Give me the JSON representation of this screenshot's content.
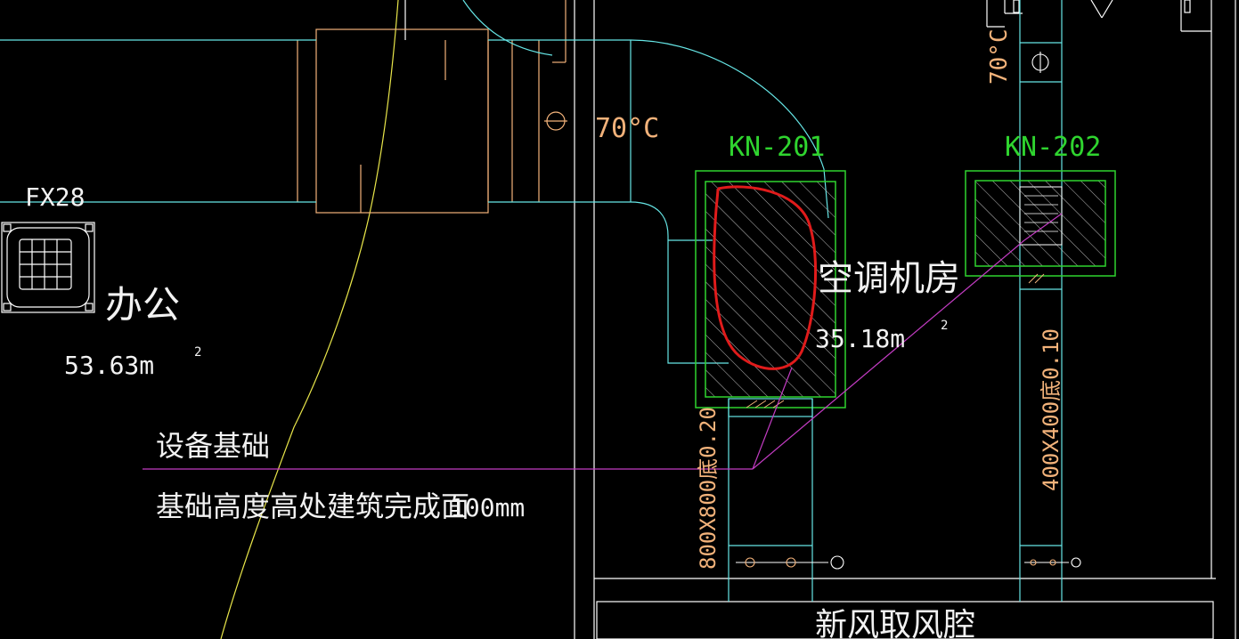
{
  "drawing": {
    "background": "#000000",
    "colors": {
      "wall": "#ffffff",
      "duct_cyan": "#66e6e6",
      "duct_orange": "#f2b27a",
      "equipment_green": "#2fd42f",
      "leader_magenta": "#c33cc3",
      "polyline_yellow": "#e9e64a",
      "markup_red": "#e01b1b",
      "text_white": "#f2f2f2",
      "text_orange": "#f2b27a"
    }
  },
  "labels": {
    "fx28": "FX28",
    "office_room": "办公",
    "office_area": "53.63m",
    "office_area_sup": "2",
    "temp_top": "70°C",
    "temp_middle": "70°C",
    "kn201": "KN-201",
    "kn202": "KN-202",
    "ac_room": "空调机房",
    "ac_area": "35.18m",
    "ac_area_sup": "2",
    "duct_size_left": "800X800底0.20",
    "duct_size_right": "400X400底0.10",
    "equip_base": "设备基础",
    "equip_base_note": "基础高度高处建筑完成面",
    "equip_base_note_tail": "100mm",
    "fresh_air": "新风取风腔"
  }
}
